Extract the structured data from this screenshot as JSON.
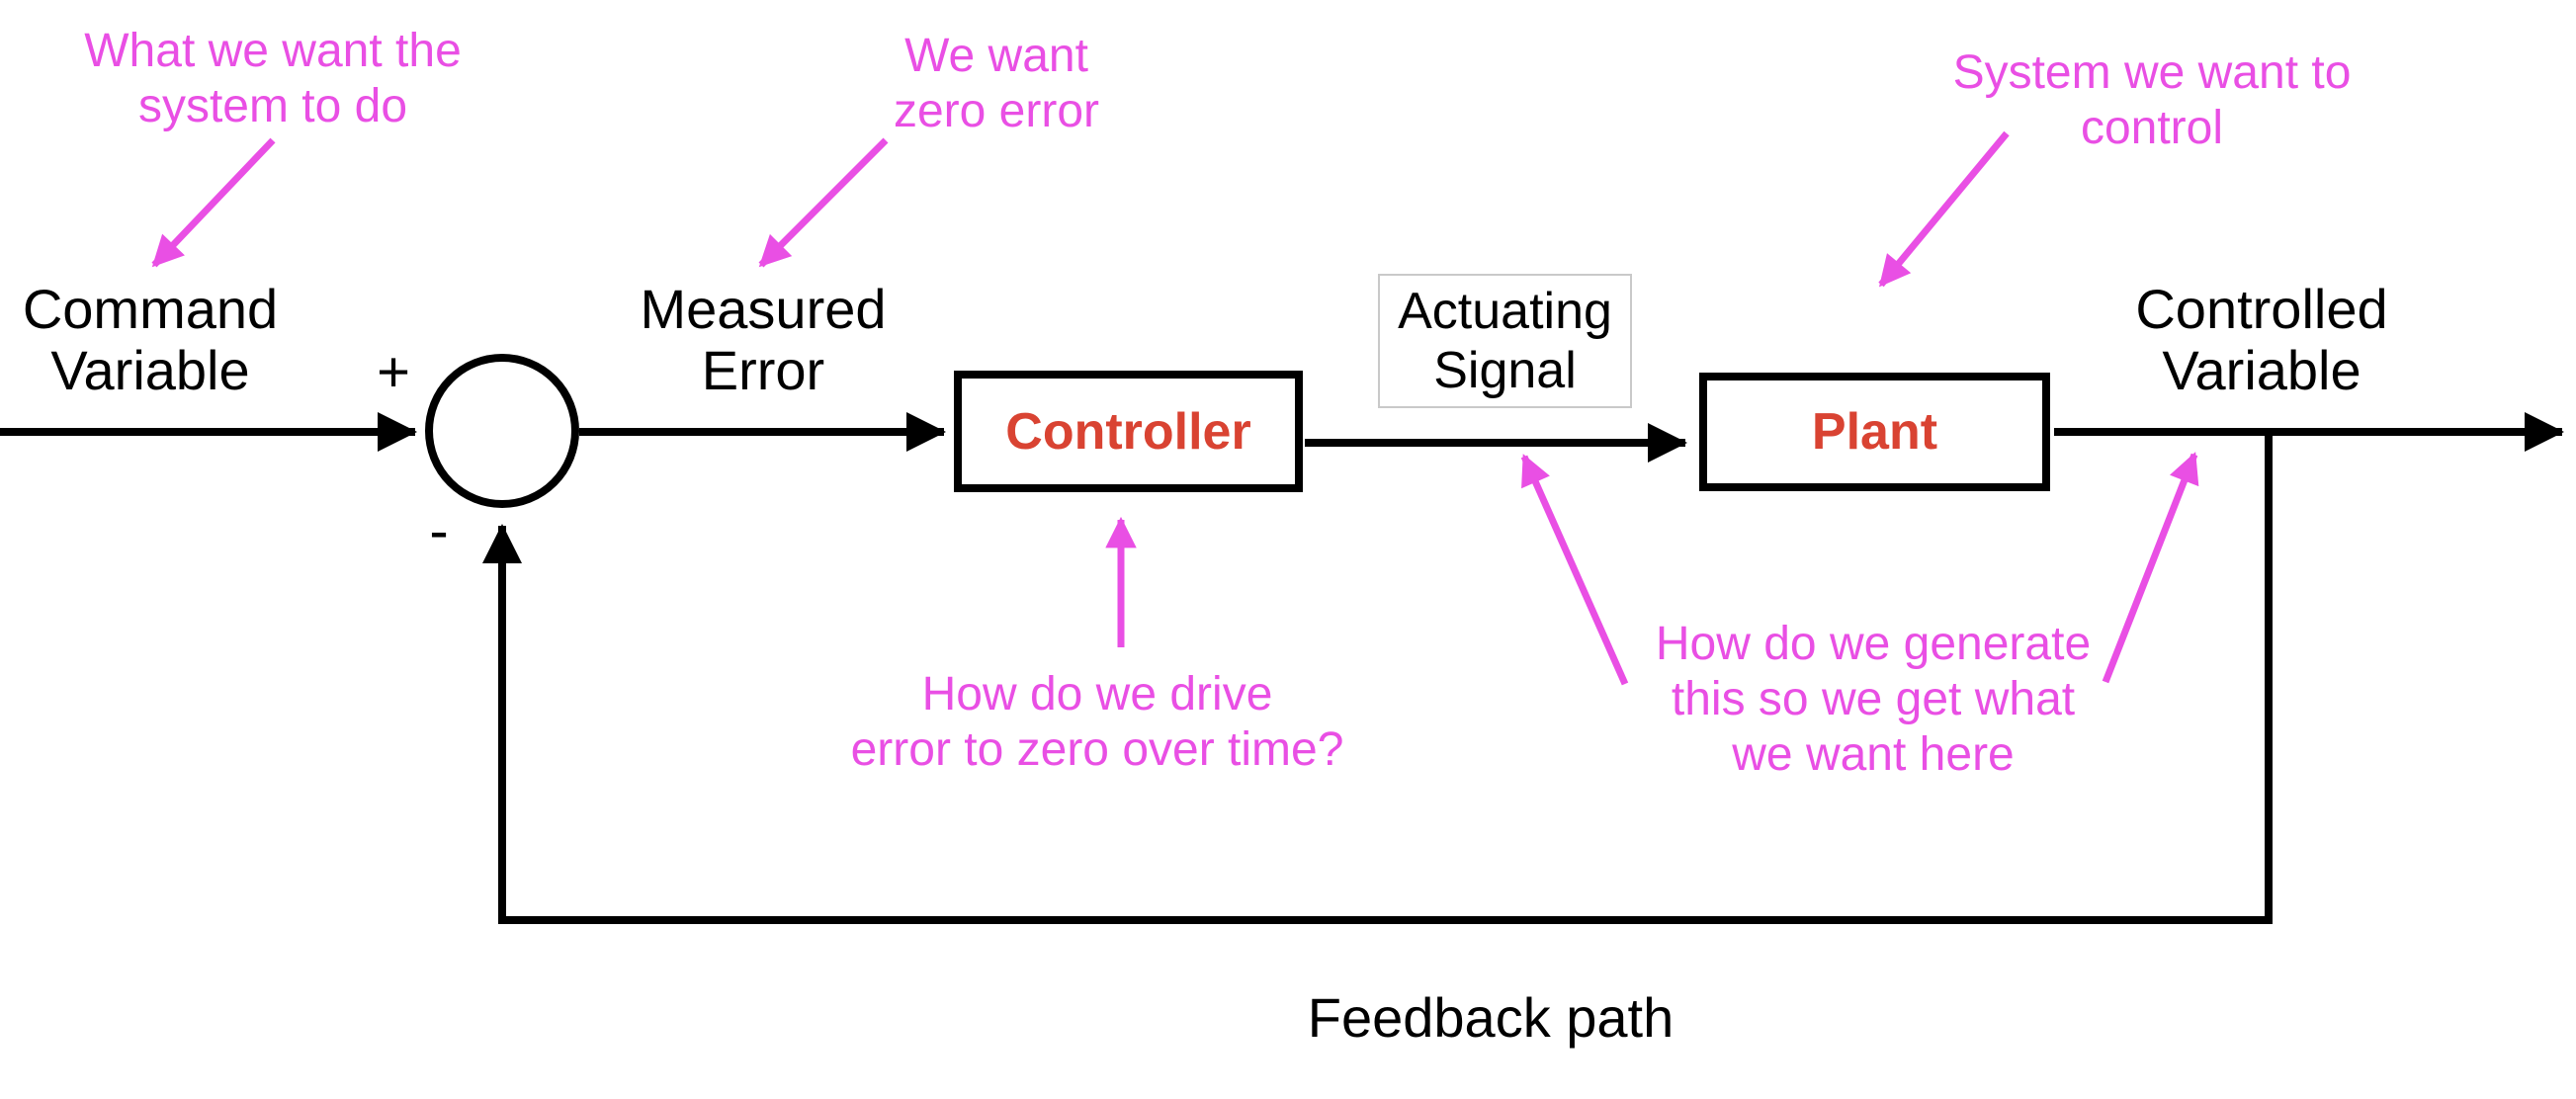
{
  "diagram": {
    "type": "feedback-control-block-diagram",
    "nodes": {
      "command_variable": {
        "label": "Command\nVariable"
      },
      "summing_junction": {
        "plus": "+",
        "minus": "-"
      },
      "measured_error": {
        "label": "Measured\nError"
      },
      "controller": {
        "label": "Controller"
      },
      "actuating_signal": {
        "label": "Actuating\nSignal"
      },
      "plant": {
        "label": "Plant"
      },
      "controlled_variable": {
        "label": "Controlled\nVariable"
      },
      "feedback_path": {
        "label": "Feedback path"
      }
    },
    "annotations": {
      "command": {
        "text": "What we want the\nsystem to do",
        "points_to": "command_variable"
      },
      "error": {
        "text": "We want\nzero error",
        "points_to": "measured_error"
      },
      "plant": {
        "text": "System we want to control",
        "points_to": "plant"
      },
      "controller": {
        "text": "How do we drive\nerror to zero over time?",
        "points_to": "controller"
      },
      "actuating": {
        "text": "How do we generate\nthis so we get what\nwe want here",
        "points_to": "actuating_signal_and_controlled_variable"
      }
    },
    "colors": {
      "annotation_magenta": "#E94FE4",
      "block_label_red": "#D94332",
      "line_black": "#000000",
      "actuating_box_border_gray": "#C9C9C9",
      "background": "#FFFFFF"
    }
  }
}
